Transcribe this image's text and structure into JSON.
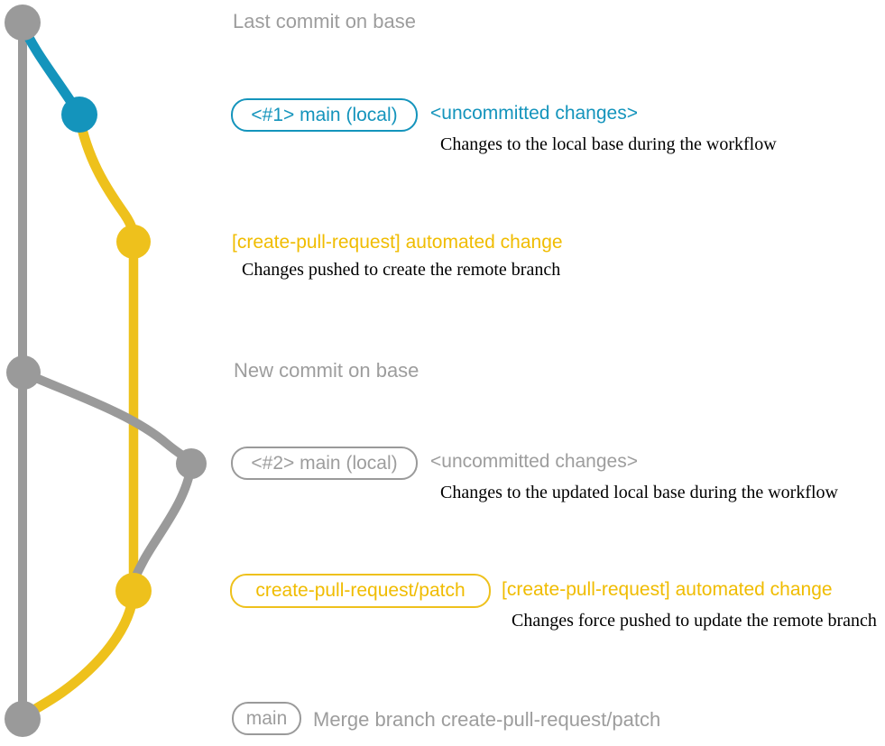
{
  "colors": {
    "gray": "#9a9a9a",
    "gray_text": "#9d9d9d",
    "blue": "#1494bc",
    "yellow": "#eec11c",
    "yellow_text": "#f0bc00",
    "ink": "#000000",
    "background": "#ffffff"
  },
  "events": {
    "last_commit": {
      "label": "Last commit on base"
    },
    "commit_1": {
      "badge": "<#1> main (local)",
      "title": "<uncommitted changes>",
      "desc": "Changes to the local base during the workflow"
    },
    "push_1": {
      "title": "[create-pull-request] automated change",
      "desc": "Changes pushed to create the remote branch"
    },
    "new_commit": {
      "label": "New commit on base"
    },
    "commit_2": {
      "badge": "<#2> main (local)",
      "title": "<uncommitted changes>",
      "desc": "Changes to the updated local base during the workflow"
    },
    "push_2": {
      "badge": "create-pull-request/patch",
      "title": "[create-pull-request] automated change",
      "desc": "Changes force pushed to update the remote branch"
    },
    "merge": {
      "badge": "main",
      "title": "Merge branch create-pull-request/patch"
    }
  }
}
